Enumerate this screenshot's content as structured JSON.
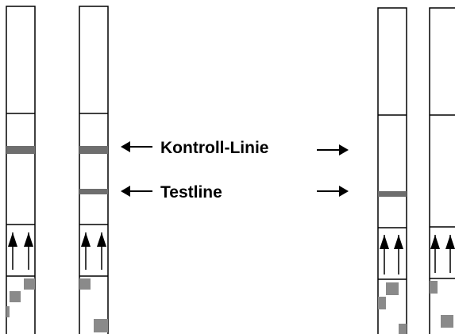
{
  "labels": {
    "control_line": "Kontroll-Linie",
    "test_line": "Testline"
  },
  "strips": [
    {
      "name": "strip-1",
      "control_line": true,
      "test_line": false,
      "arrow_count": 2
    },
    {
      "name": "strip-2",
      "control_line": true,
      "test_line": true,
      "arrow_count": 2
    },
    {
      "name": "strip-3",
      "control_line": false,
      "test_line": true,
      "arrow_count": 2
    },
    {
      "name": "strip-4",
      "control_line": false,
      "test_line": false,
      "arrow_count": 2
    }
  ],
  "colors": {
    "line_band": "#6e6e6e",
    "square": "#8a8a8a",
    "outline": "#000000"
  }
}
